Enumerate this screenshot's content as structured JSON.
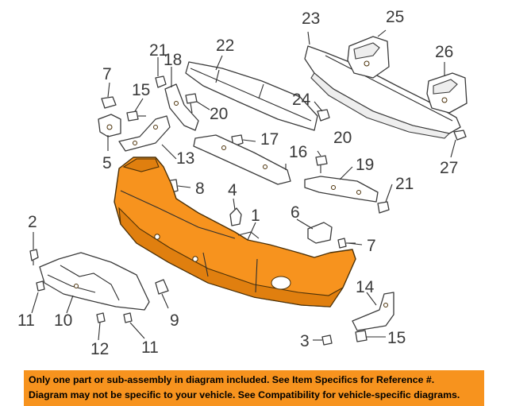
{
  "callouts": {
    "c1": "1",
    "c2": "2",
    "c3": "3",
    "c4": "4",
    "c5": "5",
    "c6": "6",
    "c7a": "7",
    "c7b": "7",
    "c8": "8",
    "c9": "9",
    "c10": "10",
    "c11a": "11",
    "c11b": "11",
    "c12": "12",
    "c13": "13",
    "c14": "14",
    "c15a": "15",
    "c15b": "15",
    "c16": "16",
    "c17": "17",
    "c18": "18",
    "c19": "19",
    "c20a": "20",
    "c20b": "20",
    "c21a": "21",
    "c21b": "21",
    "c22": "22",
    "c23": "23",
    "c24": "24",
    "c25": "25",
    "c26": "26",
    "c27": "27"
  },
  "highlight_color": "#f7931e",
  "banner": {
    "line1": "Only one part or sub-assembly in diagram included. See Item Specifics for Reference #.",
    "line2": "Diagram may not be specific to your vehicle. See Compatibility for vehicle-specific diagrams."
  }
}
